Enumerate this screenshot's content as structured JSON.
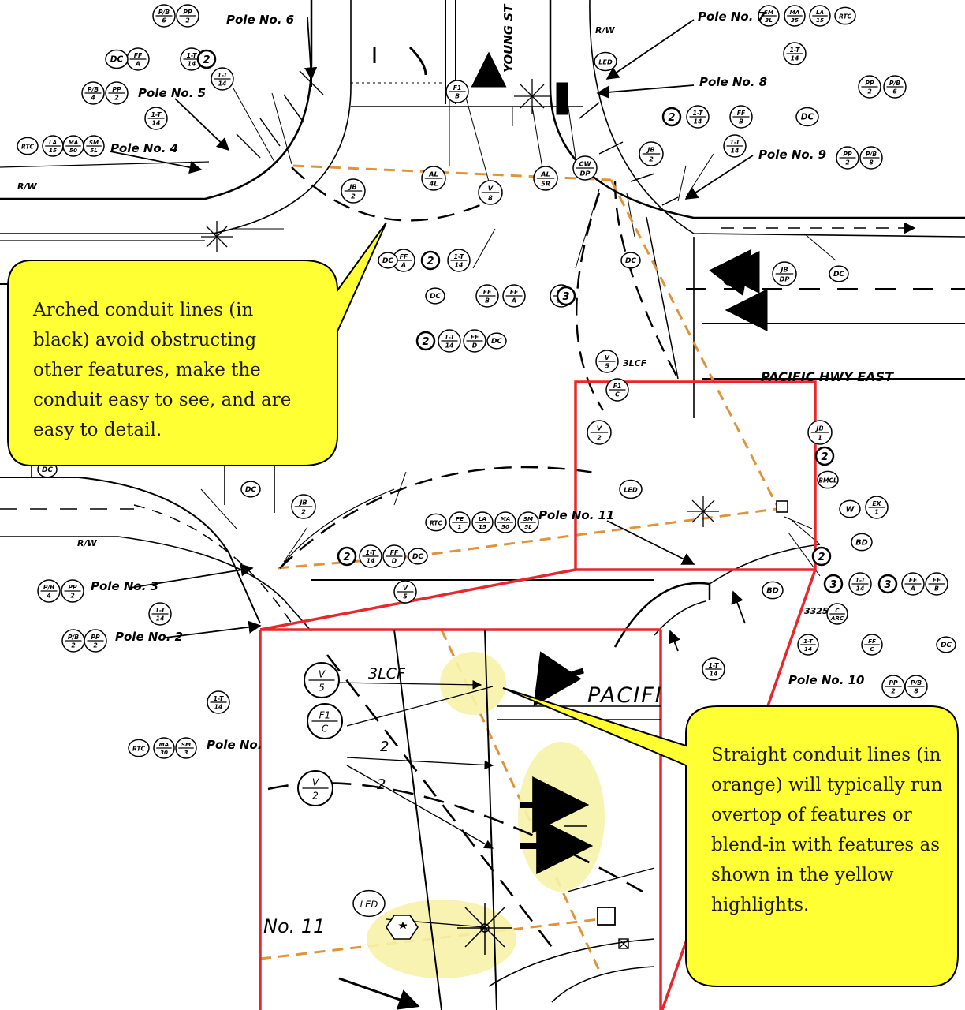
{
  "street": {
    "young_st": "YOUNG ST",
    "pacific_hwy": "PACIFIC HWY EAST",
    "pacific_zoom": "PACIFI",
    "rw": "R/W"
  },
  "poles": {
    "p2": "Pole No. 2",
    "p3": "Pole No. 3",
    "p4": "Pole No. 4",
    "p5": "Pole No. 5",
    "p6": "Pole No. 6",
    "p7": "Pole No. 7",
    "p8": "Pole No. 8",
    "p9": "Pole No. 9",
    "p10": "Pole No. 10",
    "p11": "Pole No. 11",
    "p_partial": "Pole No.",
    "zoom_no11": "No. 11"
  },
  "labels": {
    "led": "LED",
    "three_lcf": "3LCF",
    "two": "2",
    "three_three_two_five": "3325",
    "bmcl": "BMCL",
    "bd": "BD",
    "dc": "DC",
    "rtc": "RTC",
    "w": "W"
  },
  "fractions": {
    "jb2": [
      "JB",
      "2"
    ],
    "v8": [
      "V",
      "8"
    ],
    "v5": [
      "V",
      "5"
    ],
    "v2": [
      "V",
      "2"
    ],
    "f1c": [
      "F1",
      "C"
    ],
    "f1b": [
      "F1",
      "B"
    ],
    "al4l": [
      "AL",
      "4L"
    ],
    "al5r": [
      "AL",
      "5R"
    ],
    "cwdp": [
      "CW",
      "DP"
    ],
    "jbdp": [
      "JB",
      "DP"
    ],
    "jb1": [
      "JB",
      "1"
    ],
    "ex1": [
      "EX",
      "1"
    ],
    "c_arc": [
      "C",
      "ARC"
    ],
    "pp2": [
      "PP",
      "2"
    ],
    "pb6": [
      "P/B",
      "6"
    ],
    "pb4": [
      "P/B",
      "4"
    ],
    "pb2": [
      "P/B",
      "2"
    ],
    "pb8": [
      "P/B",
      "8"
    ],
    "r1_14": [
      "1-T",
      "14"
    ],
    "ma30": [
      "MA",
      "30"
    ],
    "sm3": [
      "SM",
      "3"
    ],
    "la15": [
      "LA",
      "15"
    ],
    "ma50": [
      "MA",
      "50"
    ],
    "sm5l": [
      "SM",
      "5L"
    ],
    "sm3l": [
      "SM",
      "3L"
    ],
    "ma35": [
      "MA",
      "35"
    ],
    "pe1": [
      "PE",
      "1"
    ],
    "ffa": [
      "FF",
      "A"
    ],
    "ffb": [
      "FF",
      "B"
    ],
    "ffd": [
      "FF",
      "D"
    ],
    "ffc": [
      "FF",
      "C"
    ]
  },
  "callouts": {
    "left": "Arched conduit lines (in black) avoid obstructing other features, make the conduit easy to see, and are easy to detail.",
    "right": "Straight conduit lines (in orange) will typically run overtop of features or blend-in with features as shown in the yellow highlights."
  },
  "colors": {
    "conduit_straight": "#E0943A",
    "callout_fill": "#FFFF33",
    "frame": "#E8262B",
    "highlight": "#F7F2A8",
    "line": "#000000"
  }
}
